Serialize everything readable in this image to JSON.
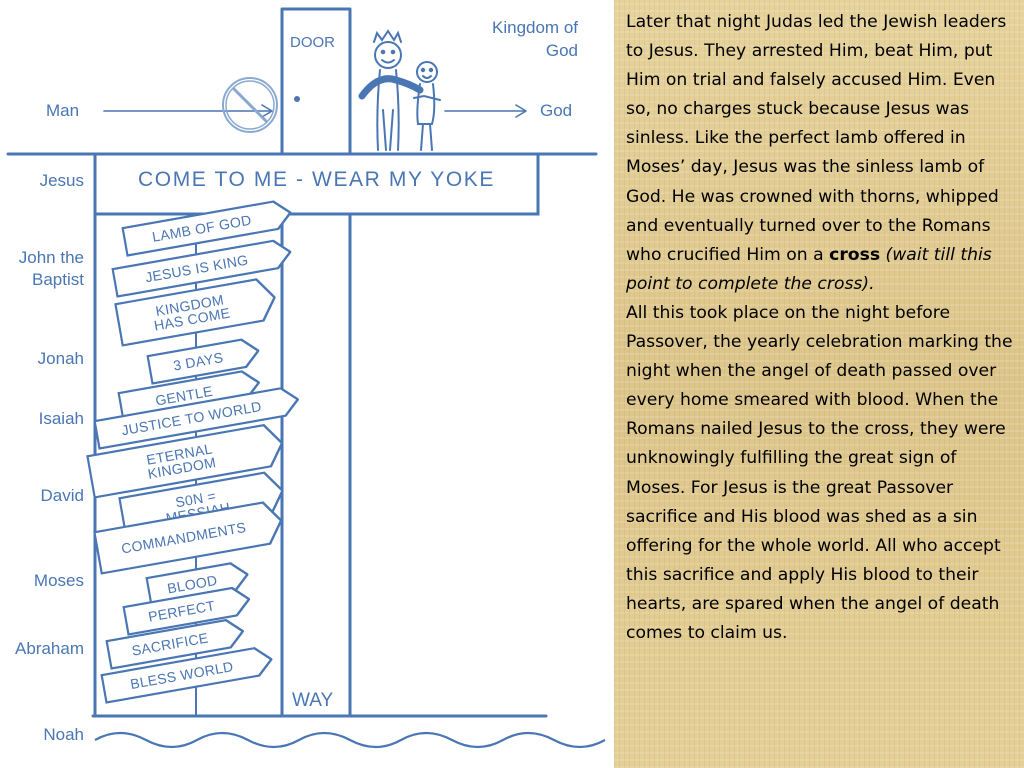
{
  "diagram": {
    "top_labels": {
      "man": "Man",
      "god": "God",
      "kingdom": "Kingdom of God",
      "door": "DOOR",
      "way": "WAY"
    },
    "banner": "COME TO ME - WEAR MY YOKE",
    "eras": [
      "Jesus",
      "John the Baptist",
      "Jonah",
      "Isaiah",
      "David",
      "Moses",
      "Abraham",
      "Noah"
    ],
    "signs": [
      "LAMB OF GOD",
      "JESUS IS KING",
      "KINGDOM HAS COME",
      "3 DAYS",
      "GENTLE",
      "JUSTICE TO WORLD",
      "ETERNAL KINGDOM",
      "S0N = MESSIAH",
      "COMMANDMENTS",
      "BLOOD",
      "PERFECT",
      "SACRIFICE",
      "BLESS WORLD"
    ],
    "colors": {
      "line": "#4a76b4",
      "text": "#4a76b4"
    },
    "icons": [
      "no-entry-icon",
      "crowned-figure-icon",
      "child-figure-icon",
      "waves-icon"
    ]
  },
  "panel": {
    "p1_before": "Later that night Judas led the Jewish leaders to Jesus. They arrested Him, beat Him, put Him on trial and falsely accused Him. Even so, no charges stuck because Jesus was sinless. Like the perfect lamb offered in Moses’ day, Jesus was the sinless lamb of God. He was crowned with thorns, whipped and eventually turned over to the Romans who crucified Him on a ",
    "p1_bold": "cross",
    "p1_italic": " (wait till this point to complete the cross).",
    "p2": "All this took place on the night before Passover, the yearly celebration marking the night when the angel of death passed over every home smeared with blood. When the Romans nailed Jesus to the cross, they were unknowingly fulfilling the great sign of Moses. For Jesus is the great Passover sacrifice and His blood was shed as a sin offering for the whole world. All who accept this sacrifice and apply His blood to their hearts, are spared when the angel of death comes to claim us."
  }
}
